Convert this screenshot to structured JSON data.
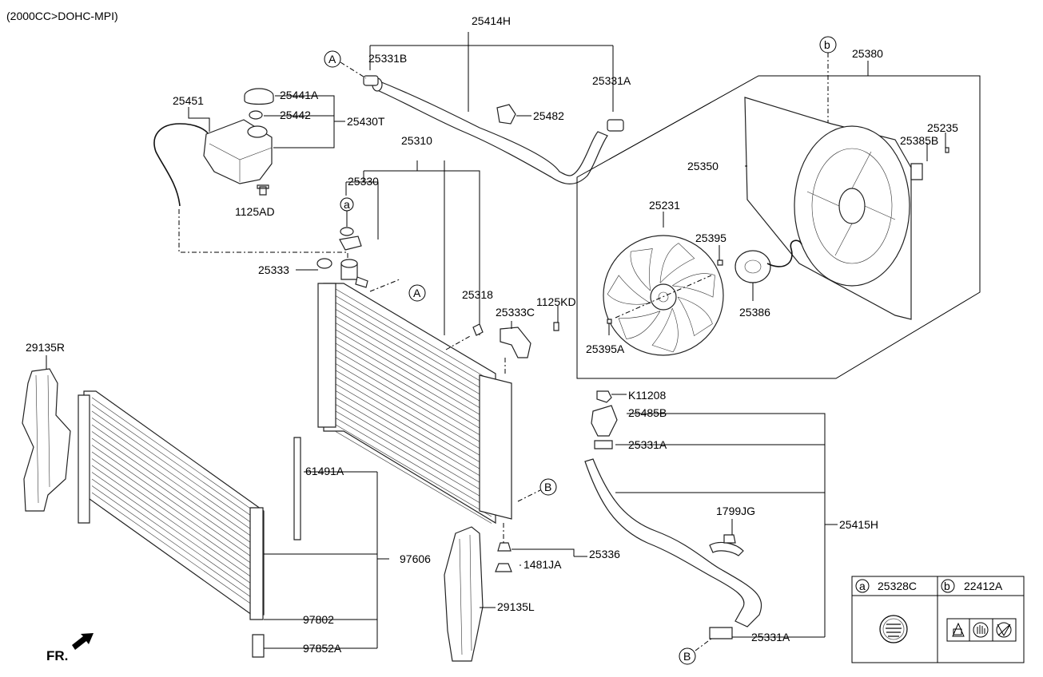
{
  "header": {
    "engine_note": "(2000CC>DOHC-MPI)"
  },
  "labels": {
    "p25414H": "25414H",
    "p25331B": "25331B",
    "p25331A_top": "25331A",
    "p25482": "25482",
    "p25380": "25380",
    "p25451": "25451",
    "p25441A": "25441A",
    "p25442": "25442",
    "p25430T": "25430T",
    "p1125AD": "1125AD",
    "p25310": "25310",
    "p25330": "25330",
    "p25333": "25333",
    "p25318": "25318",
    "p25333C": "25333C",
    "p1125KD": "1125KD",
    "p25235": "25235",
    "p25385B": "25385B",
    "p25350": "25350",
    "p25231": "25231",
    "p25395": "25395",
    "p25386": "25386",
    "p25395A": "25395A",
    "p29135R": "29135R",
    "pK11208": "K11208",
    "p25485B": "25485B",
    "p25331A_mid": "25331A",
    "p61491A": "61491A",
    "p1799JG": "1799JG",
    "p25415H": "25415H",
    "p97606": "97606",
    "p25336": "25336",
    "p1481JA": "1481JA",
    "p29135L": "29135L",
    "p97802": "97802",
    "p97852A": "97852A",
    "p25331A_bot": "25331A",
    "fr": "FR."
  },
  "markers": {
    "A": "A",
    "B": "B",
    "a": "a",
    "b": "b"
  },
  "legend": {
    "a_key": "a",
    "a_part": "25328C",
    "b_key": "b",
    "b_part": "22412A"
  }
}
